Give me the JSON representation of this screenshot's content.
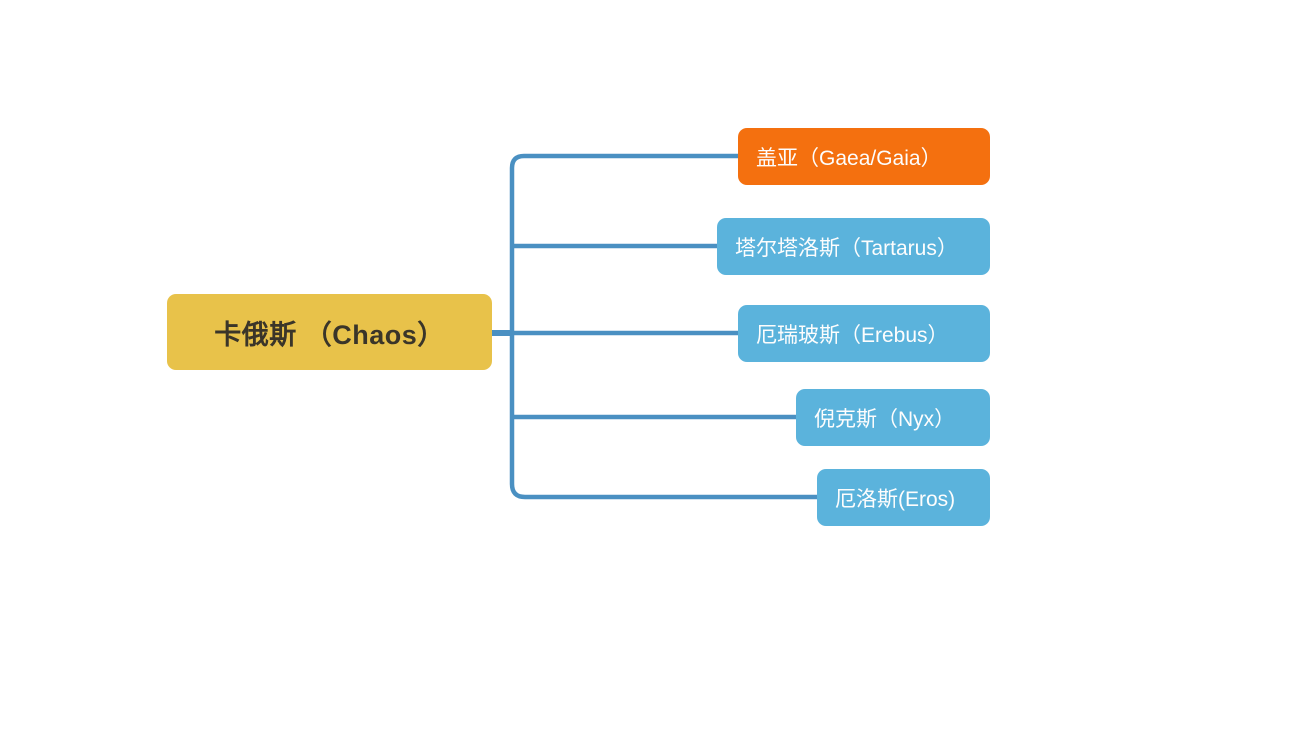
{
  "diagram": {
    "type": "mind-map",
    "orientation": "left-to-right",
    "background_color": "#ffffff",
    "connector_color": "#4a90c2",
    "root": {
      "label": "卡俄斯 （Chaos）",
      "fill_color": "#e8c24a",
      "text_color": "#3a3529"
    },
    "children": [
      {
        "label": "盖亚（Gaea/Gaia）",
        "fill_color": "#f4700f",
        "text_color": "#fdfdfd",
        "highlighted": "true"
      },
      {
        "label": "塔尔塔洛斯（Tartarus）",
        "fill_color": "#5bb3dc",
        "text_color": "#fdfdfd",
        "highlighted": "false"
      },
      {
        "label": "厄瑞玻斯（Erebus）",
        "fill_color": "#5bb3dc",
        "text_color": "#fdfdfd",
        "highlighted": "false"
      },
      {
        "label": "倪克斯（Nyx）",
        "fill_color": "#5bb3dc",
        "text_color": "#fdfdfd",
        "highlighted": "false"
      },
      {
        "label": "厄洛斯(Eros)",
        "fill_color": "#5bb3dc",
        "text_color": "#fdfdfd",
        "highlighted": "false"
      }
    ]
  }
}
